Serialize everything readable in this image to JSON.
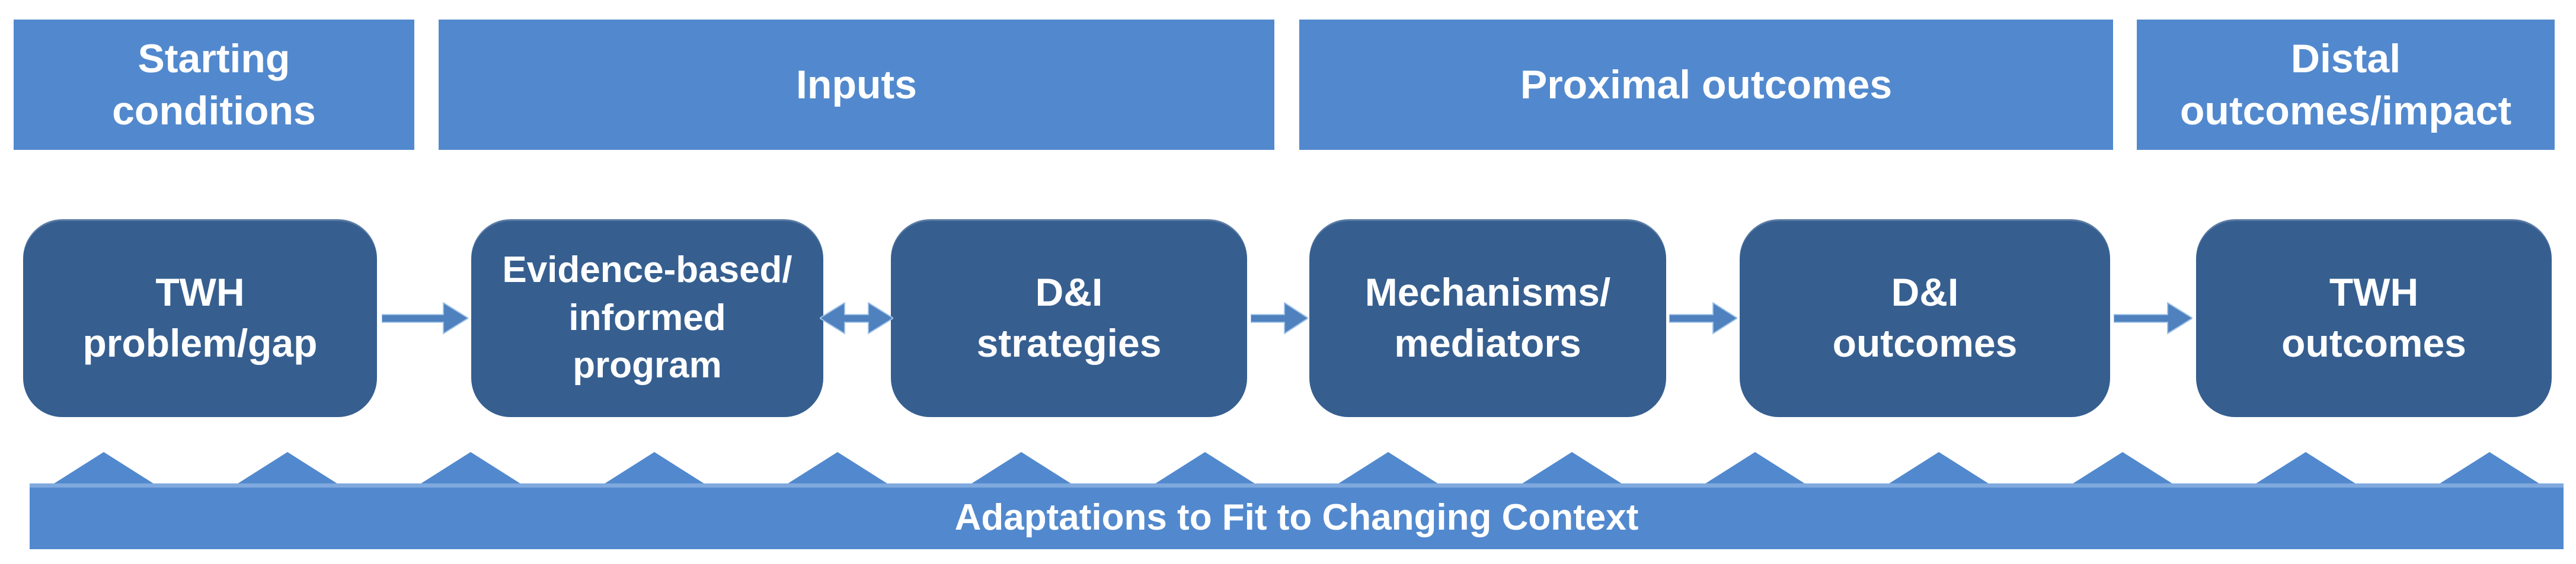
{
  "phases": [
    {
      "id": "starting-conditions",
      "label": "Starting\nconditions"
    },
    {
      "id": "inputs",
      "label": "Inputs"
    },
    {
      "id": "proximal-outcomes",
      "label": "Proximal outcomes"
    },
    {
      "id": "distal-outcomes-impact",
      "label": "Distal\noutcomes/impact"
    }
  ],
  "nodes": [
    {
      "id": "twh-problem-gap",
      "label": "TWH\nproblem/gap"
    },
    {
      "id": "evidence-based-informed-program",
      "label": "Evidence-based/\ninformed\nprogram"
    },
    {
      "id": "di-strategies",
      "label": "D&I\nstrategies"
    },
    {
      "id": "mechanisms-mediators",
      "label": "Mechanisms/\nmediators"
    },
    {
      "id": "di-outcomes",
      "label": "D&I\noutcomes"
    },
    {
      "id": "twh-outcomes",
      "label": "TWH\noutcomes"
    }
  ],
  "connectors": [
    {
      "from": "twh-problem-gap",
      "to": "evidence-based-informed-program",
      "type": "arrow-right"
    },
    {
      "from": "evidence-based-informed-program",
      "to": "di-strategies",
      "type": "arrow-double"
    },
    {
      "from": "di-strategies",
      "to": "mechanisms-mediators",
      "type": "arrow-right"
    },
    {
      "from": "mechanisms-mediators",
      "to": "di-outcomes",
      "type": "arrow-right"
    },
    {
      "from": "di-outcomes",
      "to": "twh-outcomes",
      "type": "arrow-right"
    }
  ],
  "banner": {
    "label": "Adaptations to Fit to Changing Context"
  },
  "colors": {
    "phase_fill": "#5289CE",
    "node_fill": "#365F90",
    "arrow_fill": "#4E81BD",
    "arrow_outline": "#9FC2E8",
    "banner_fill": "#5289CE",
    "banner_top_line": "#7FA9DE",
    "text": "#FFFFFF",
    "background": "#FFFFFF"
  }
}
